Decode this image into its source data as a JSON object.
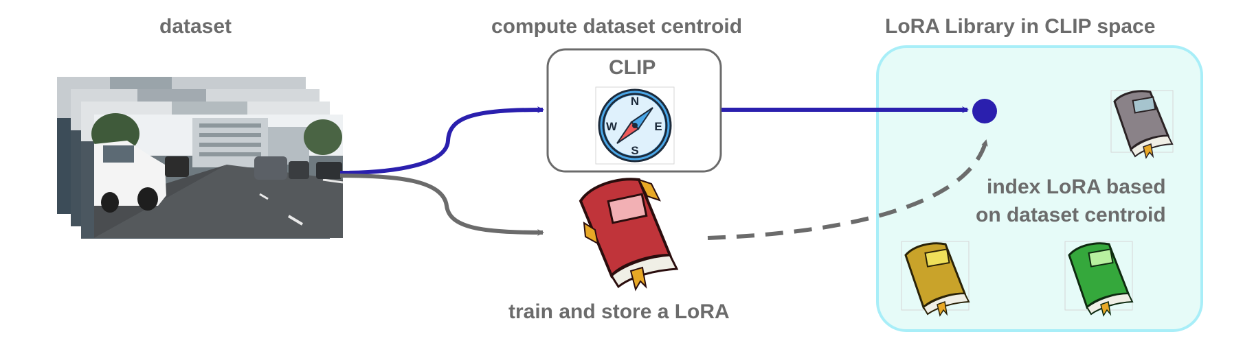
{
  "labels": {
    "dataset": "dataset",
    "compute": "compute dataset centroid",
    "clip": "CLIP",
    "library": "LoRA Library in CLIP space",
    "train": "train and store a LoRA",
    "index_line1": "index LoRA based",
    "index_line2": "on dataset centroid"
  },
  "compass_letters": {
    "n": "N",
    "s": "S",
    "e": "E",
    "w": "W"
  },
  "colors": {
    "text": "#6b6b6b",
    "arrow_blue": "#2a1fae",
    "arrow_gray": "#6b6b6b",
    "library_fill": "#e6fbf8",
    "library_border": "#a8eef8",
    "book_red": "#c0343a",
    "book_gray": "#8a8288",
    "book_yellow": "#c9a32a",
    "book_green": "#35a83c"
  },
  "icons": [
    "photo-stack-icon",
    "compass-icon",
    "book-icon",
    "centroid-dot-icon"
  ]
}
